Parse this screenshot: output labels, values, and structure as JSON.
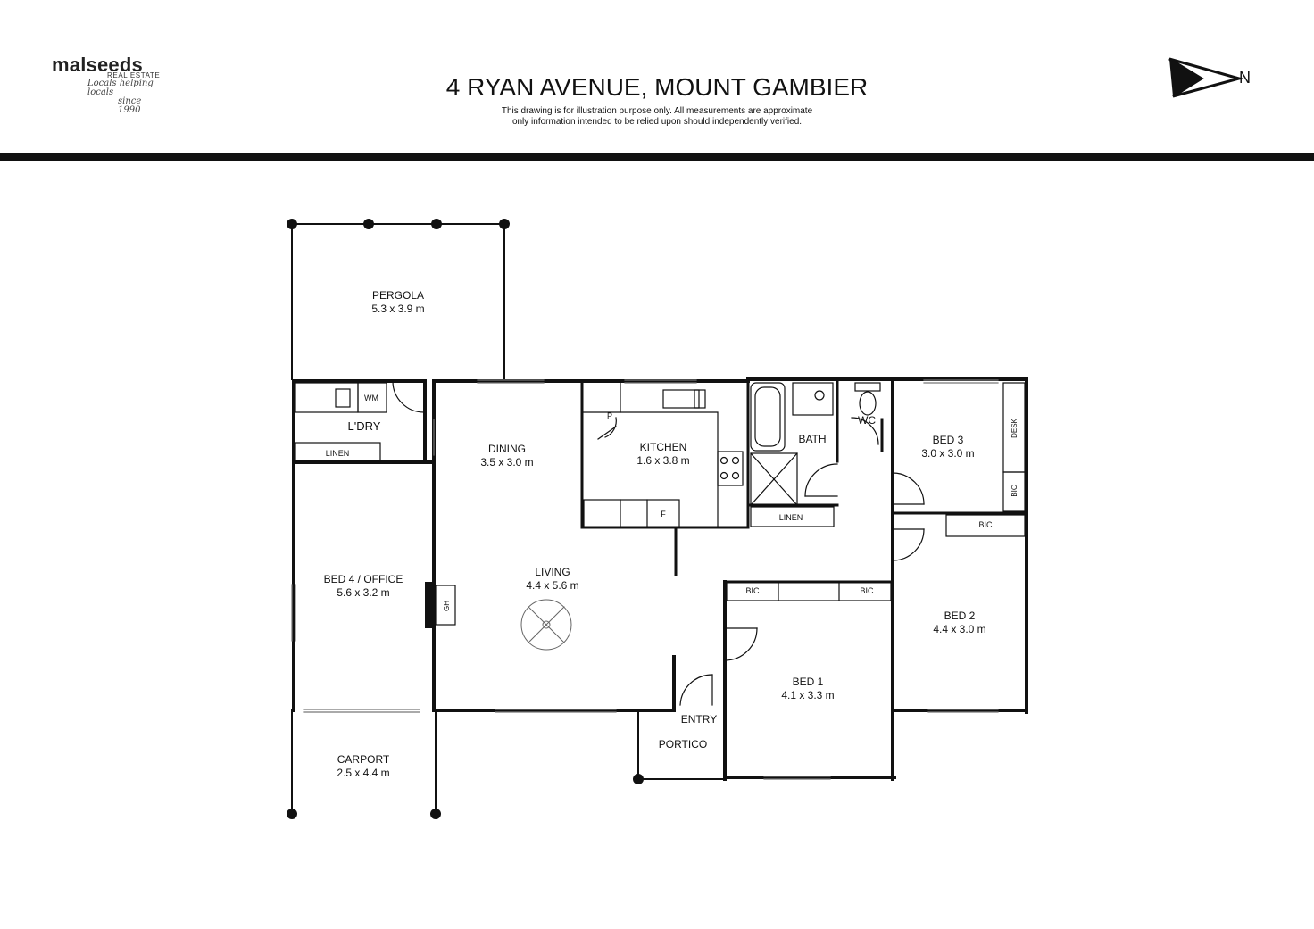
{
  "brand": {
    "name": "malseeds",
    "sub": "REAL ESTATE",
    "tagline_1": "Locals helping locals",
    "tagline_2": "since 1990"
  },
  "title": "4 RYAN AVENUE, MOUNT GAMBIER",
  "disclaimer_line_1": "This drawing is for illustration purpose only. All measurements are approximate",
  "disclaimer_line_2": "only information intended to be relied upon should independently verified.",
  "north_label": "N",
  "rooms": {
    "pergola": {
      "name": "PERGOLA",
      "size": "5.3 x 3.9 m"
    },
    "laundry": {
      "name": "L'DRY"
    },
    "wm": "WM",
    "linen_laundry": "LINEN",
    "dining": {
      "name": "DINING",
      "size": "3.5 x 3.0 m"
    },
    "kitchen": {
      "name": "KITCHEN",
      "size": "1.6 x 3.8 m"
    },
    "pantry": "P",
    "fridge": "F",
    "bath": {
      "name": "BATH"
    },
    "wc": {
      "name": "WC"
    },
    "linen_hall": "LINEN",
    "bed3": {
      "name": "BED 3",
      "size": "3.0 x 3.0 m"
    },
    "desk": "DESK",
    "bic_bed3": "BIC",
    "bic_bed2": "BIC",
    "bed4": {
      "name": "BED 4 / OFFICE",
      "size": "5.6 x 3.2 m"
    },
    "gh": "GH",
    "living": {
      "name": "LIVING",
      "size": "4.4 x 5.6 m"
    },
    "bic_bed1_a": "BIC",
    "bic_bed1_b": "BIC",
    "bed2": {
      "name": "BED 2",
      "size": "4.4 x 3.0 m"
    },
    "bed1": {
      "name": "BED 1",
      "size": "4.1 x 3.3 m"
    },
    "entry": {
      "name": "ENTRY"
    },
    "portico": {
      "name": "PORTICO"
    },
    "carport": {
      "name": "CARPORT",
      "size": "2.5 x 4.4 m"
    }
  }
}
